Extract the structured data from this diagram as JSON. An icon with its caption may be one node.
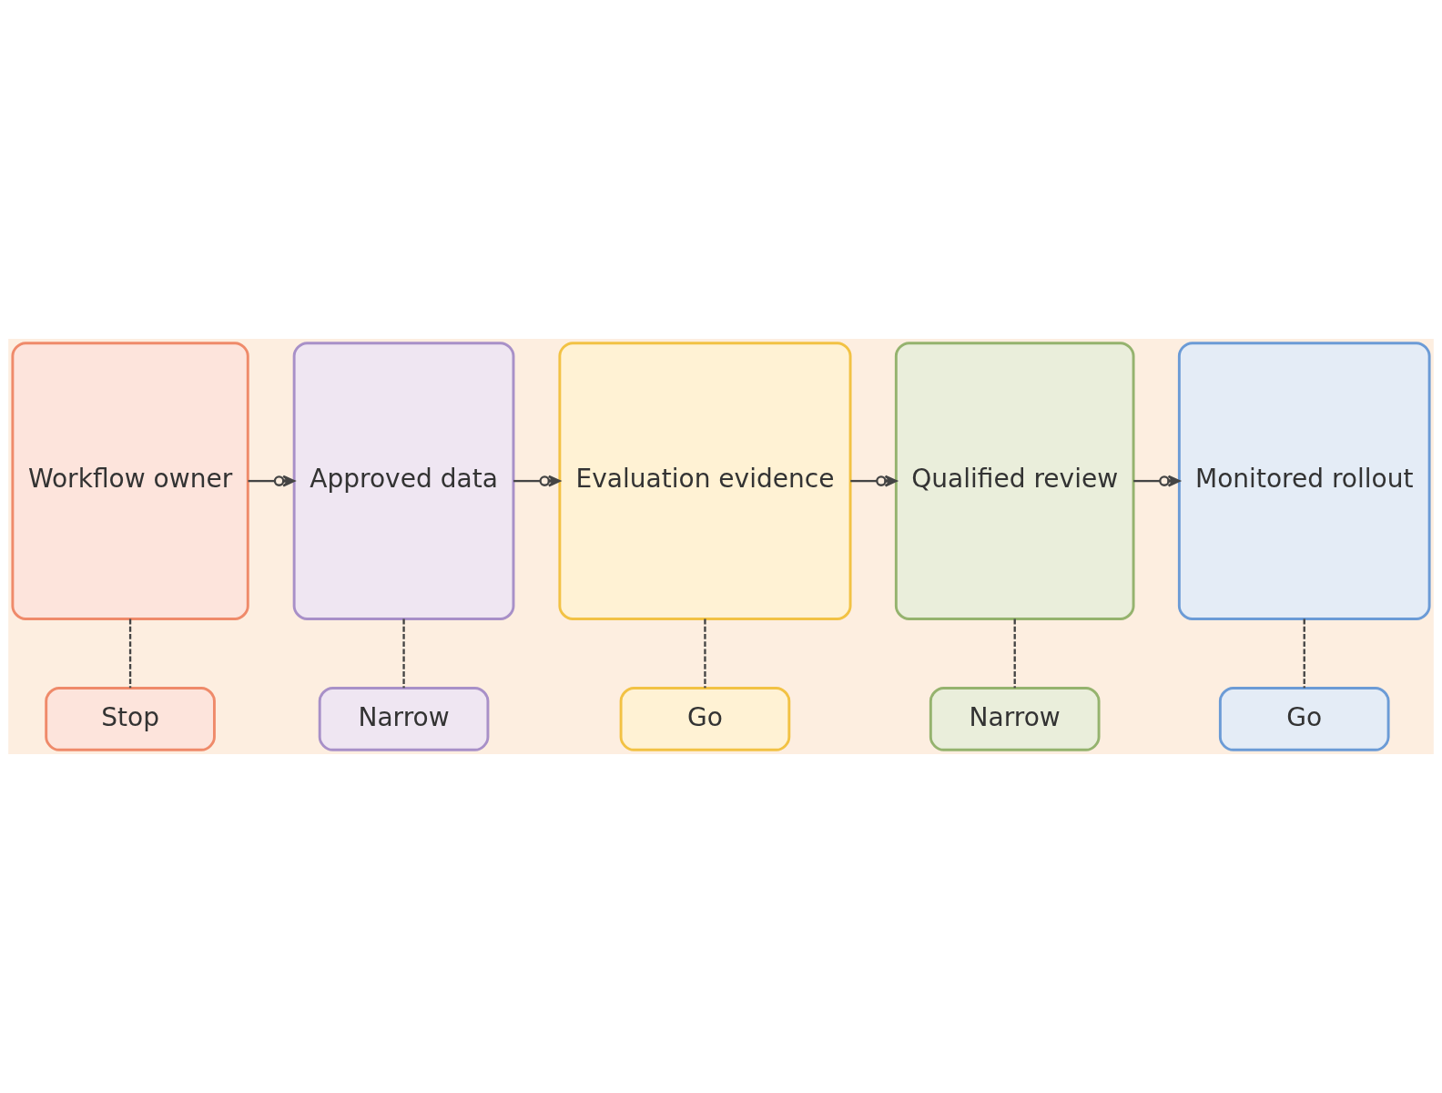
{
  "diagram": {
    "nodes": [
      {
        "text": [
          "Workflow owner"
        ]
      },
      {
        "text": [
          "Approved data"
        ]
      },
      {
        "text": [
          "Evaluation evidence"
        ]
      },
      {
        "text": [
          "Qualified review"
        ]
      },
      {
        "text": [
          "Monitored rollout"
        ]
      },
      {
        "text": [
          "Stop"
        ]
      },
      {
        "text": [
          "Narrow"
        ]
      },
      {
        "text": [
          "Go"
        ]
      },
      {
        "text": [
          "Narrow"
        ]
      },
      {
        "text": [
          "Go"
        ]
      }
    ],
    "edges": [
      {
        "from": 0,
        "to": 1,
        "arrow": "to"
      },
      {
        "from": 1,
        "to": 2,
        "arrow": "to"
      },
      {
        "from": 2,
        "to": 3,
        "arrow": "to"
      },
      {
        "from": 3,
        "to": 4,
        "arrow": "to"
      },
      {
        "from": 0,
        "to": 5,
        "arrow": "none",
        "style": "dashed"
      },
      {
        "from": 1,
        "to": 6,
        "arrow": "none",
        "style": "dashed"
      },
      {
        "from": 2,
        "to": 7,
        "arrow": "none",
        "style": "dashed"
      },
      {
        "from": 3,
        "to": 8,
        "arrow": "none",
        "style": "dashed"
      },
      {
        "from": 4,
        "to": 9,
        "arrow": "none",
        "style": "dashed"
      }
    ]
  }
}
